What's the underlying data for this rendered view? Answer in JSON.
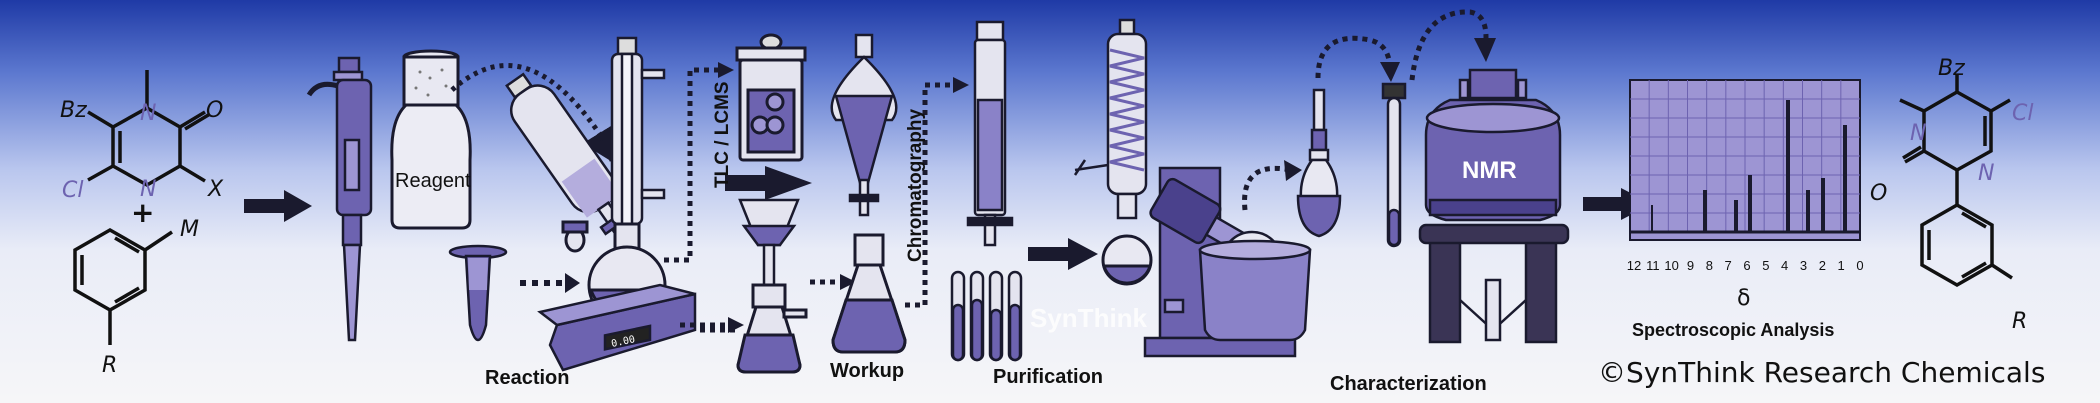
{
  "colors": {
    "bg_top": "#1f3aa6",
    "bg_bottom": "#f6f6f8",
    "equipment": "#6d63b0",
    "equipment_light": "#9d95d3",
    "ink": "#1a1a2e"
  },
  "labels": {
    "reagent": "Reagent",
    "tlc": "TLC / LCMS",
    "chromatography": "Chromatography",
    "reaction": "Reaction",
    "workup": "Workup",
    "purification": "Purification",
    "characterization": "Characterization",
    "nmr": "NMR",
    "watermark": "SynThink",
    "spectro_caption": "Spectroscopic Analysis",
    "delta": "δ",
    "copyright": "©SynThink Research Chemicals"
  },
  "reactant": {
    "atoms": [
      "N",
      "O",
      "Bz",
      "Cl",
      "N",
      "X",
      "+",
      "M",
      "R"
    ]
  },
  "product": {
    "atoms": [
      "Bz",
      "Cl",
      "N",
      "N",
      "O",
      "R"
    ]
  },
  "spectrum": {
    "ticks": [
      "12",
      "11",
      "10",
      "9",
      "8",
      "7",
      "6",
      "5",
      "4",
      "3",
      "2",
      "1",
      "0"
    ]
  },
  "lcd": {
    "reading": "0.00"
  }
}
